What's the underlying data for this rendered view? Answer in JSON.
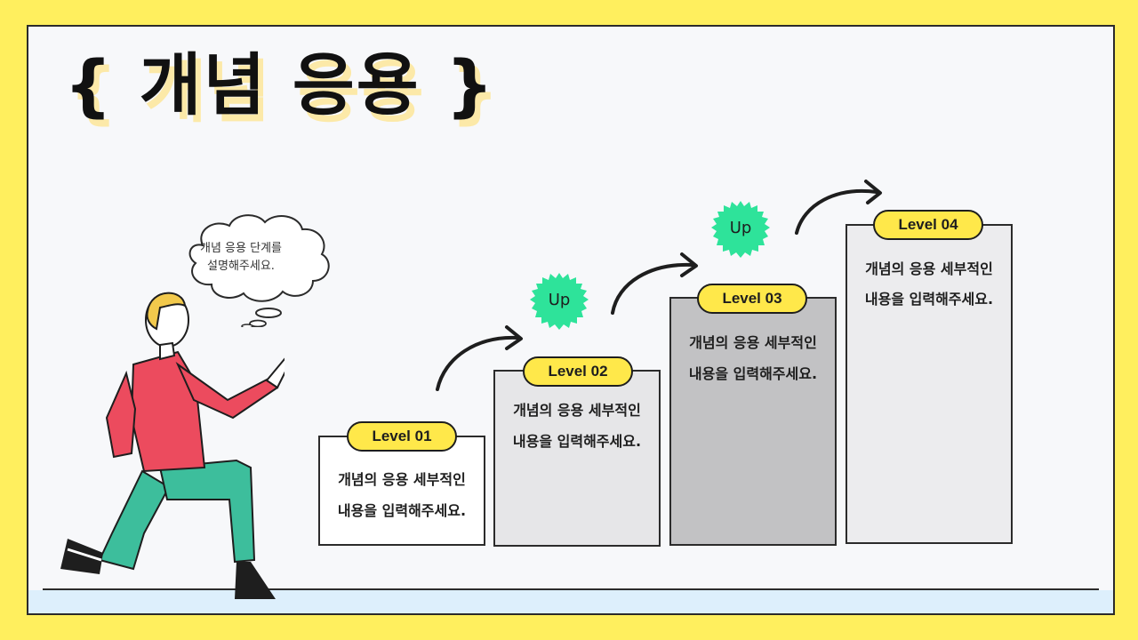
{
  "title": "{ 개념 응용 }",
  "thought": {
    "line1": "개념 응용 단계를",
    "line2": "설명해주세요."
  },
  "levels": [
    {
      "label": "Level 01",
      "text1": "개념의 응용 세부적인",
      "text2": "내용을 입력해주세요.",
      "fill": "#FFFFFF"
    },
    {
      "label": "Level 02",
      "text1": "개념의 응용 세부적인",
      "text2": "내용을 입력해주세요.",
      "fill": "#E6E6E8"
    },
    {
      "label": "Level 03",
      "text1": "개념의 응용 세부적인",
      "text2": "내용을 입력해주세요.",
      "fill": "#C2C2C4"
    },
    {
      "label": "Level 04",
      "text1": "개념의 응용 세부적인",
      "text2": "내용을 입력해주세요.",
      "fill": "#ECECEE"
    }
  ],
  "badges": [
    {
      "label": "Up"
    },
    {
      "label": "Up"
    }
  ],
  "colors": {
    "background": "#FFEF5E",
    "pill": "#FFE84A",
    "badge": "#2EE39A",
    "shirt": "#EC4B5E",
    "pants": "#3DBE9C"
  },
  "icons": [
    "thought-bubble-icon",
    "curved-arrow-icon",
    "starburst-badge-icon",
    "pointing-person-illustration"
  ]
}
